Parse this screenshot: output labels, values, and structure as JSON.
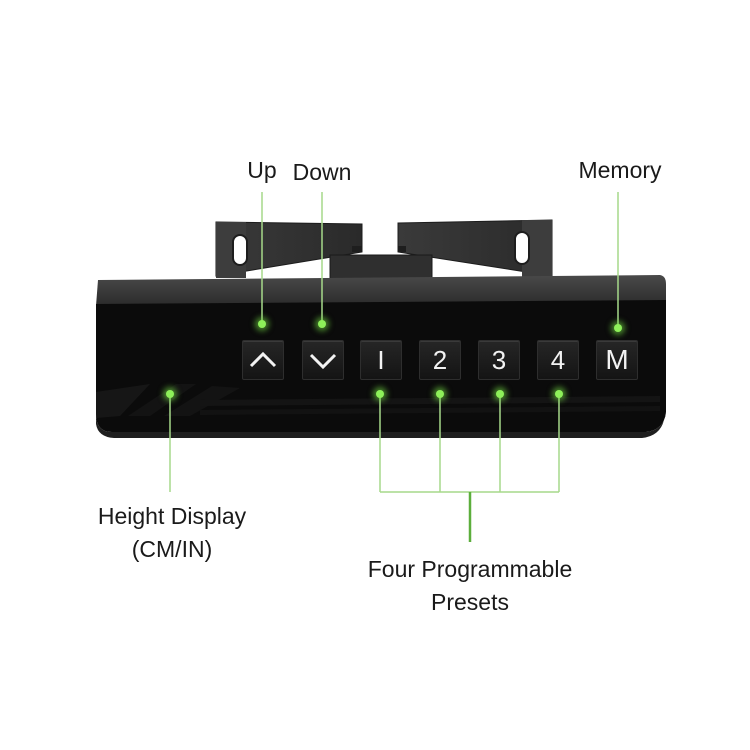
{
  "labels": {
    "up": "Up",
    "down": "Down",
    "memory": "Memory",
    "height_display_line1": "Height Display",
    "height_display_line2": "(CM/IN)",
    "presets_line1": "Four Programmable",
    "presets_line2": "Presets"
  },
  "keys": {
    "up": "up-chevron-icon",
    "down": "down-chevron-icon",
    "preset_1": "I",
    "preset_2": "2",
    "preset_3": "3",
    "preset_4": "4",
    "memory": "M"
  },
  "colors": {
    "led_green": "#8ef05a",
    "leader_line": "#a6d98a",
    "panel_black": "#0b0b0b"
  }
}
